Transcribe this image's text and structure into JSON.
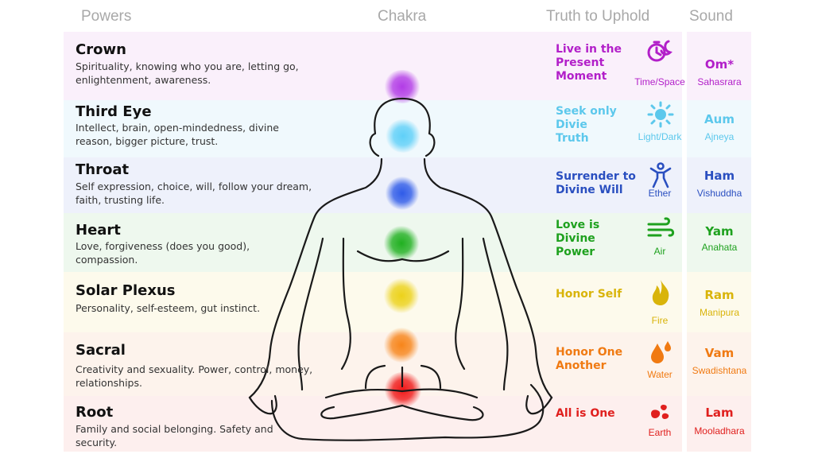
{
  "headers": {
    "powers": "Powers",
    "chakra": "Chakra",
    "truth": "Truth to Uphold",
    "sound": "Sound"
  },
  "rows": [
    {
      "title": "Crown",
      "desc": "Spirituality, knowing who you are, letting go, enlightenment, awareness.",
      "truth": [
        "Live in the",
        "Present",
        "Moment"
      ],
      "element": "Time/Space",
      "element_icon": "stopwatch-moon-icon",
      "sound": "Om*",
      "sanskrit": "Sahasrara",
      "color": "#b21fc9",
      "band": "#faf0fb",
      "glow": "#b23ce6"
    },
    {
      "title": "Third Eye",
      "desc": "Intellect, brain, open-mindedness, divine reason, bigger picture, trust.",
      "truth": [
        "Seek only",
        "Divie",
        "Truth"
      ],
      "element": "Light/Dark",
      "element_icon": "sun-icon",
      "sound": "Aum",
      "sanskrit": "Ajneya",
      "color": "#5cc8ec",
      "band": "#f0f9fd",
      "glow": "#5fd0f8"
    },
    {
      "title": "Throat",
      "desc": "Self expression, choice, will, follow your dream, faith, trusting life.",
      "truth": [
        "Surrender to",
        "Divine Will"
      ],
      "element": "Ether",
      "element_icon": "figure-icon",
      "sound": "Ham",
      "sanskrit": "Vishuddha",
      "color": "#2a4fc0",
      "band": "#eef1fb",
      "glow": "#2f5be8"
    },
    {
      "title": "Heart",
      "desc": "Love, forgiveness (does you good), compassion.",
      "truth": [
        "Love is",
        "Divine",
        "Power"
      ],
      "element": "Air",
      "element_icon": "wind-icon",
      "sound": "Yam",
      "sanskrit": "Anahata",
      "color": "#1ea11e",
      "band": "#eef8ee",
      "glow": "#20b020"
    },
    {
      "title": "Solar Plexus",
      "desc": "Personality, self-esteem, gut instinct.",
      "truth": [
        "Honor Self"
      ],
      "element": "Fire",
      "element_icon": "flame-icon",
      "sound": "Ram",
      "sanskrit": "Manipura",
      "color": "#d9b40a",
      "band": "#fdfaec",
      "glow": "#ecd21a"
    },
    {
      "title": "Sacral",
      "desc": "Creativity and sexuality. Power, control, money, relationships.",
      "truth": [
        "Honor One",
        "Another"
      ],
      "element": "Water",
      "element_icon": "droplets-icon",
      "sound": "Vam",
      "sanskrit": "Swadishtana",
      "color": "#f07a12",
      "band": "#fdf3ec",
      "glow": "#f7851a"
    },
    {
      "title": "Root",
      "desc": "Family and social belonging. Safety and security.",
      "truth": [
        "All is One"
      ],
      "element": "Earth",
      "element_icon": "stones-icon",
      "sound": "Lam",
      "sanskrit": "Mooladhara",
      "color": "#e0201e",
      "band": "#fdefee",
      "glow": "#f01818"
    }
  ]
}
